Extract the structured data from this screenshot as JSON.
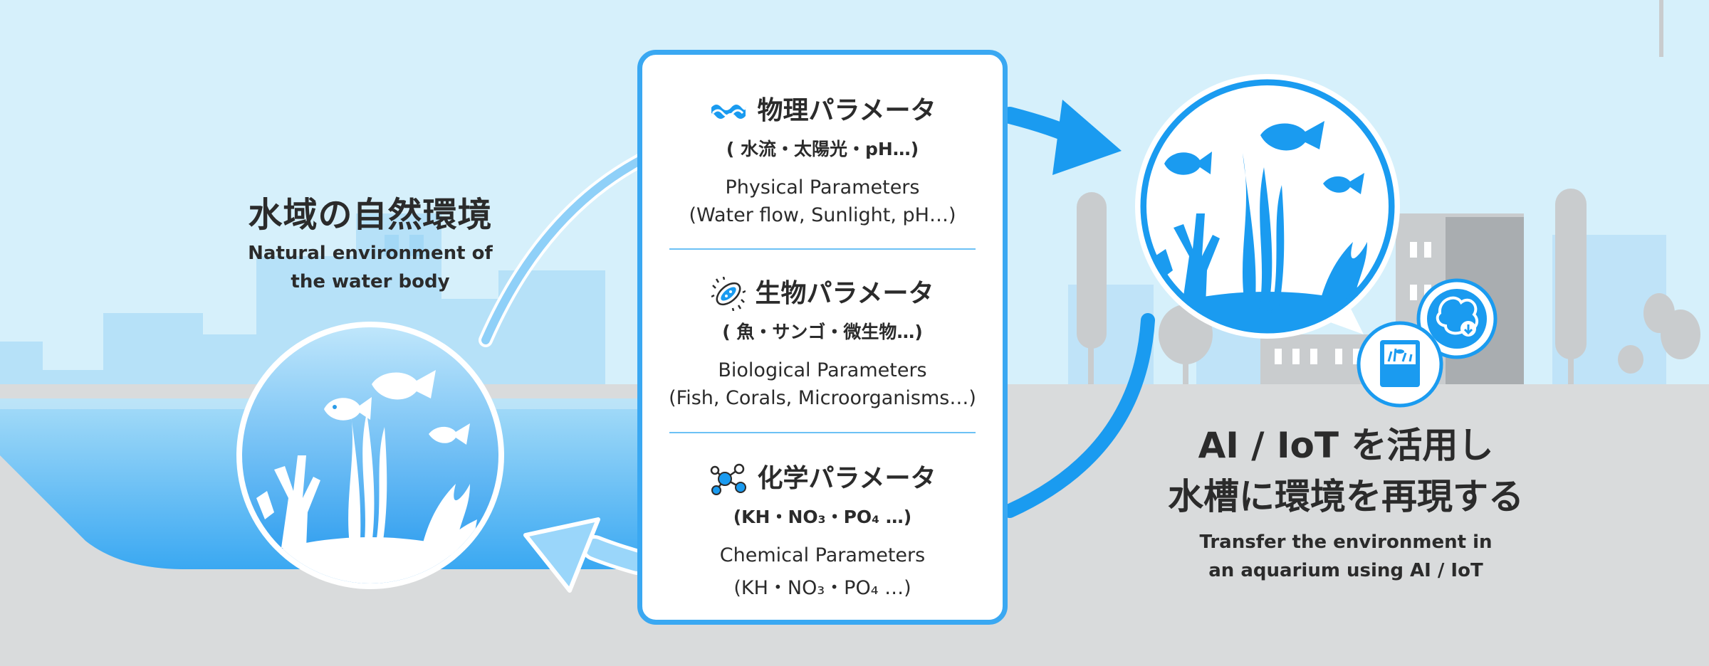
{
  "left": {
    "title": "水域の自然環境",
    "subtitle_line1": "Natural environment of",
    "subtitle_line2": "the water body"
  },
  "right": {
    "title_line1": "AI / IoT を活用し",
    "title_line2": "水槽に環境を再現する",
    "subtitle_line1": "Transfer the environment in",
    "subtitle_line2": "an aquarium using AI / IoT"
  },
  "parameters": [
    {
      "icon": "wave-icon",
      "title": "物理パラメータ",
      "examples_jp": "( 水流・太陽光・pH…)",
      "label_en": "Physical Parameters",
      "examples_en": "(Water flow, Sunlight, pH…)"
    },
    {
      "icon": "microorganism-icon",
      "title": "生物パラメータ",
      "examples_jp": "( 魚・サンゴ・微生物…)",
      "label_en": "Biological Parameters",
      "examples_en": "(Fish, Corals, Microorganisms…)"
    },
    {
      "icon": "molecule-icon",
      "title": "化学パラメータ",
      "examples_jp": "(KH・NO₃・PO₄ …)",
      "label_en": "Chemical Parameters",
      "examples_en": "(KH・NO₃・PO₄ …)"
    }
  ],
  "colors": {
    "accent_blue": "#1a9bf0",
    "card_border": "#3aa8f2",
    "sky": "#d6f0fb",
    "ground": "#d9dbdc",
    "water": "#7fcdf5",
    "building_gray": "#c3c6c8"
  }
}
